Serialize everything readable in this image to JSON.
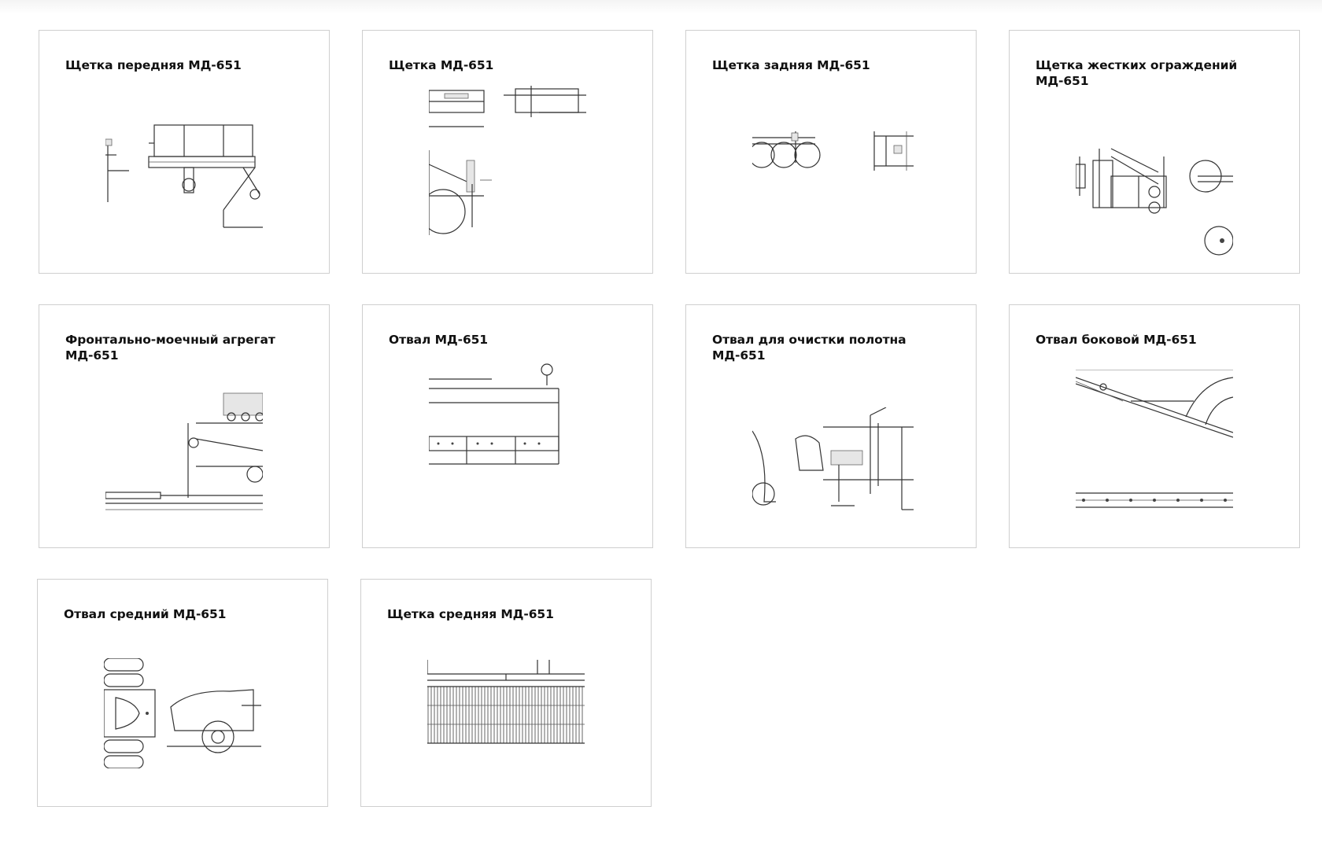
{
  "products": [
    {
      "title": "Щетка передняя МД-651",
      "image": "front-brush-drawing"
    },
    {
      "title": "Щетка МД-651",
      "image": "brush-drawing"
    },
    {
      "title": "Щетка задняя МД-651",
      "image": "rear-brush-drawing"
    },
    {
      "title": "Щетка жестких ограждений МД-651",
      "image": "barrier-brush-drawing"
    },
    {
      "title": "Фронтально-моечный агрегат МД-651",
      "image": "front-washer-drawing"
    },
    {
      "title": "Отвал МД-651",
      "image": "blade-drawing"
    },
    {
      "title": "Отвал для очистки полотна МД-651",
      "image": "road-cleaning-blade-drawing"
    },
    {
      "title": "Отвал боковой МД-651",
      "image": "side-blade-drawing"
    },
    {
      "title": "Отвал средний МД-651",
      "image": "middle-blade-drawing"
    },
    {
      "title": "Щетка средняя МД-651",
      "image": "middle-brush-drawing"
    }
  ]
}
